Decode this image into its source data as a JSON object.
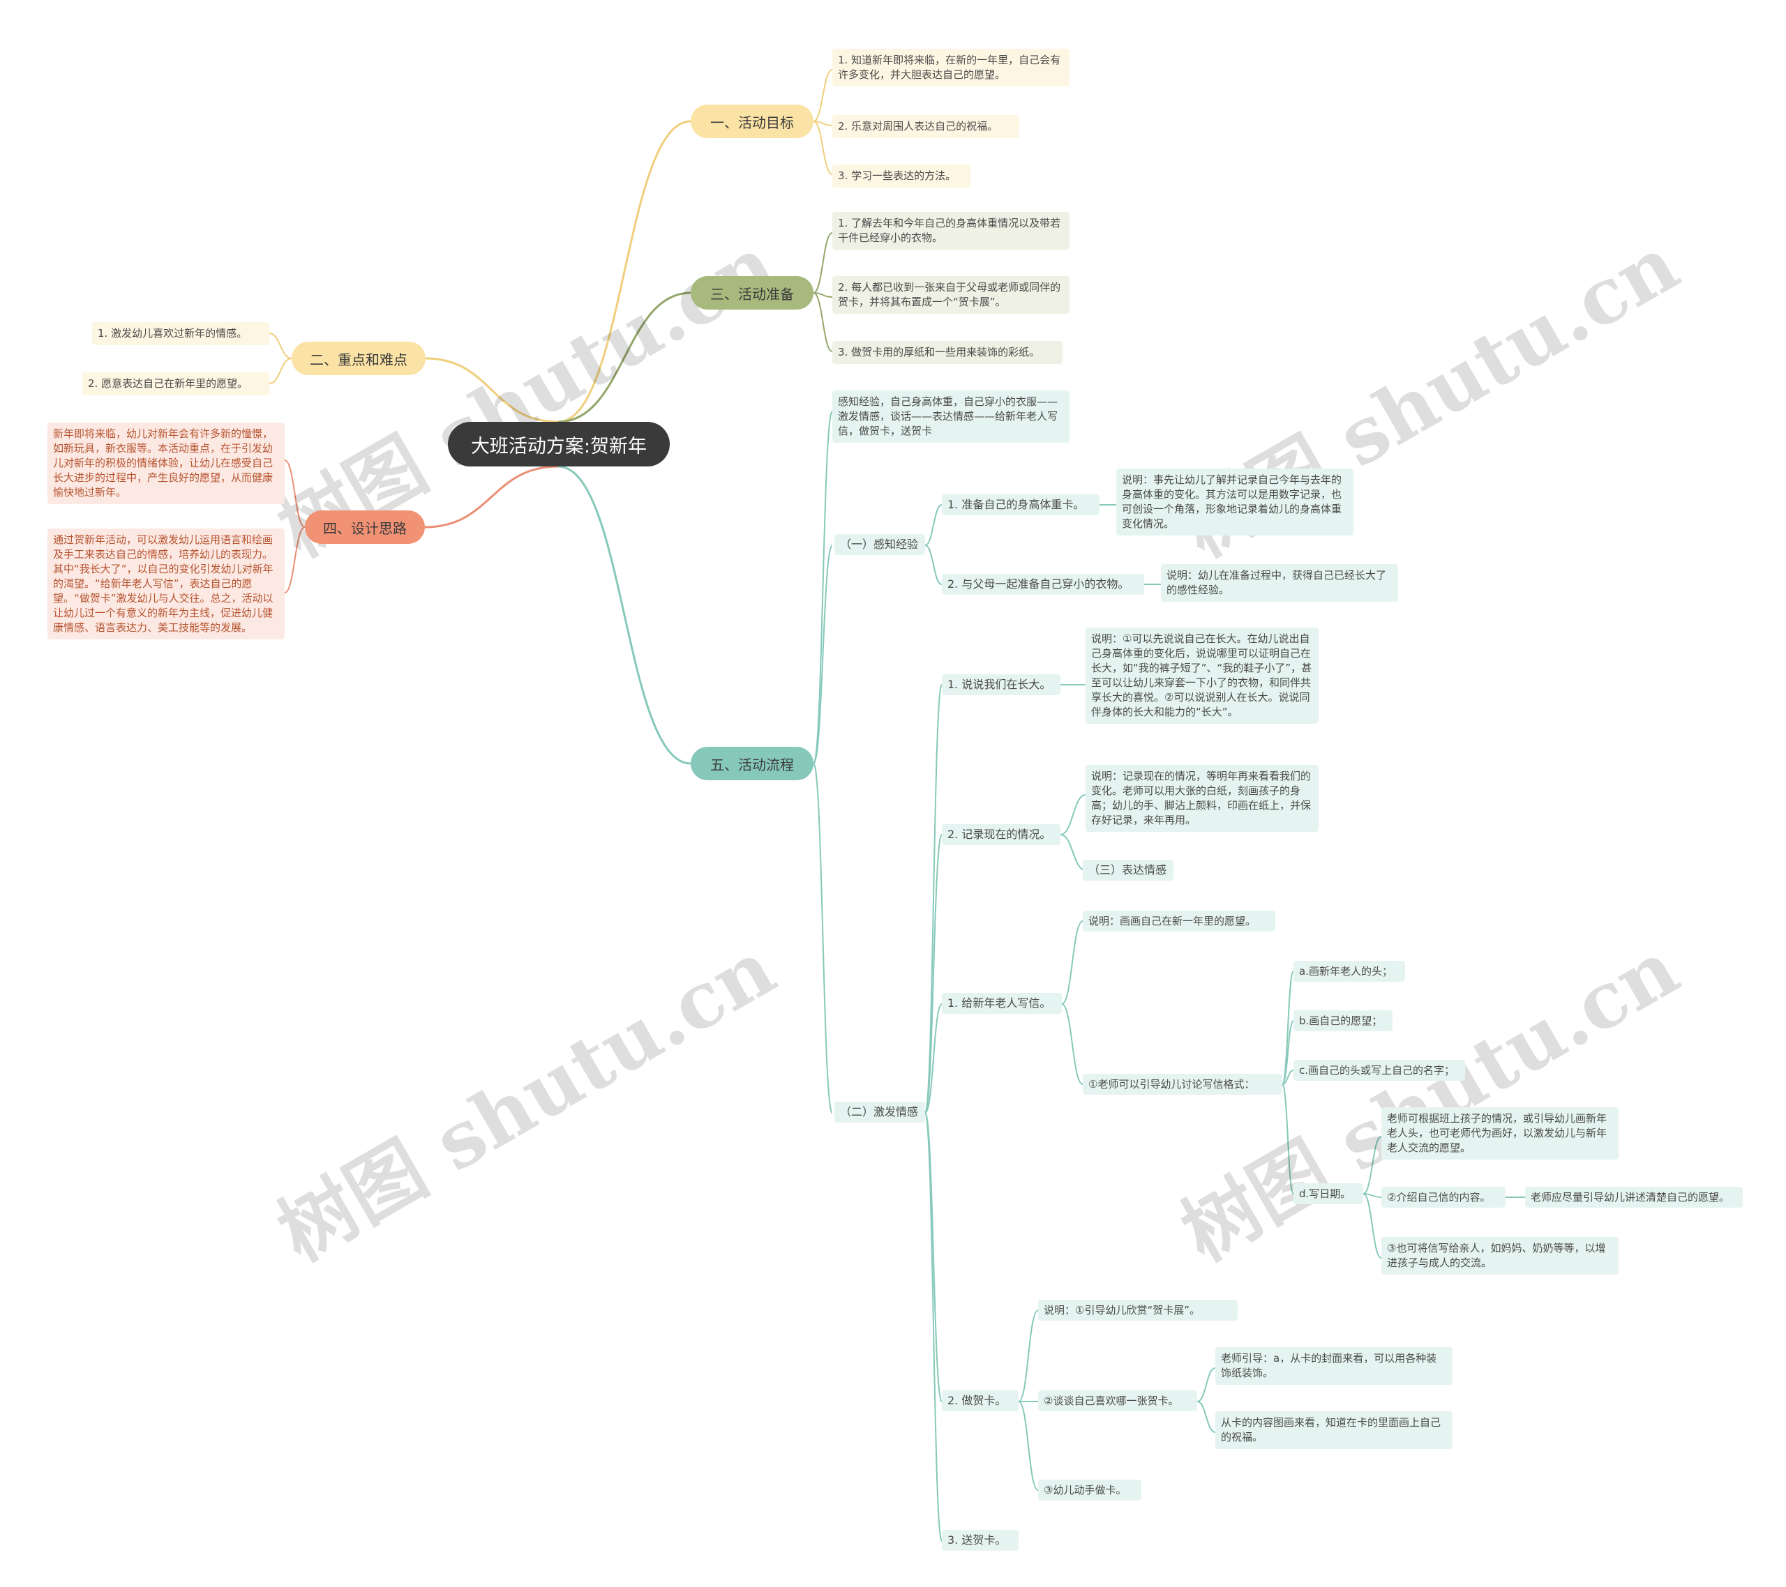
{
  "root": "大班活动方案:贺新年",
  "branch1": {
    "title": "一、活动目标",
    "items": [
      "1. 知道新年即将来临，在新的一年里，自己会有许多变化，并大胆表达自己的愿望。",
      "2. 乐意对周围人表达自己的祝福。",
      "3. 学习一些表达的方法。"
    ]
  },
  "branch2": {
    "title": "二、重点和难点",
    "items": [
      "1. 激发幼儿喜欢过新年的情感。",
      "2. 愿意表达自己在新年里的愿望。"
    ]
  },
  "branch3": {
    "title": "三、活动准备",
    "items": [
      "1. 了解去年和今年自己的身高体重情况以及带若干件已经穿小的衣物。",
      "2. 每人都已收到一张来自于父母或老师或同伴的贺卡，并将其布置成一个“贺卡展”。",
      "3. 做贺卡用的厚纸和一些用来装饰的彩纸。"
    ]
  },
  "branch4": {
    "title": "四、设计思路",
    "items": [
      "新年即将来临，幼儿对新年会有许多新的憧憬，如新玩具，新衣服等。本活动重点，在于引发幼儿对新年的积极的情绪体验，让幼儿在感受自己长大进步的过程中，产生良好的愿望，从而健康愉快地过新年。",
      "通过贺新年活动，可以激发幼儿运用语言和绘画及手工来表达自己的情感，培养幼儿的表现力。其中“我长大了”，以自己的变化引发幼儿对新年的渴望。“给新年老人写信”，表达自己的愿望。“做贺卡”激发幼儿与人交往。总之，活动以让幼儿过一个有意义的新年为主线，促进幼儿健康情感、语言表达力、美工技能等的发展。"
    ]
  },
  "branch5": {
    "title": "五、活动流程",
    "intro": "感知经验，自己身高体重，自己穿小的衣服——激发情感，谈话——表达情感——给新年老人写信，做贺卡，送贺卡",
    "part1": {
      "title": "（一）感知经验",
      "s1": "1. 准备自己的身高体重卡。",
      "s1_note": "说明：事先让幼儿了解并记录自己今年与去年的身高体重的变化。其方法可以是用数字记录，也可创设一个角落，形象地记录着幼儿的身高体重变化情况。",
      "s2": "2. 与父母一起准备自己穿小的衣物。",
      "s2_note": "说明：幼儿在准备过程中，获得自己已经长大了的感性经验。"
    },
    "part2": {
      "title": "（二）激发情感",
      "a1": "1. 说说我们在长大。",
      "a1_note": "说明：①可以先说说自己在长大。在幼儿说出自己身高体重的变化后，说说哪里可以证明自己在长大，如“我的裤子短了”、“我的鞋子小了”，甚至可以让幼儿来穿套一下小了的衣物，和同伴共享长大的喜悦。②可以说说别人在长大。说说同伴身体的长大和能力的“长大”。",
      "a2": "2. 记录现在的情况。",
      "a2_note": "说明：记录现在的情况，等明年再来看看我们的变化。老师可以用大张的白纸，刻画孩子的身高；幼儿的手、脚沾上颜料，印画在纸上，并保存好记录，来年再用。",
      "a2_sub": "（三）表达情感",
      "b1": "1. 给新年老人写信。",
      "b1_note": "说明：画画自己在新一年里的愿望。",
      "b1_guide": "①老师可以引导幼儿讨论写信格式：",
      "fmt_a": "a.画新年老人的头；",
      "fmt_b": "b.画自己的愿望；",
      "fmt_c": "c.画自己的头或写上自己的名字；",
      "fmt_d": "d.写日期。",
      "d1": "老师可根据班上孩子的情况，或引导幼儿画新年老人头，也可老师代为画好，以激发幼儿与新年老人交流的愿望。",
      "d2": "②介绍自己信的内容。",
      "d2_note": "老师应尽量引导幼儿讲述清楚自己的愿望。",
      "d3": "③也可将信写给亲人，如妈妈、奶奶等等，以增进孩子与成人的交流。",
      "b2": "2. 做贺卡。",
      "b2_note": "说明：①引导幼儿欣赏“贺卡展”。",
      "b2_talk": "②谈谈自己喜欢哪一张贺卡。",
      "t1": "老师引导：a，从卡的封面来看，可以用各种装饰纸装饰。",
      "t2": "从卡的内容图画来看，知道在卡的里面画上自己的祝福。",
      "b2_make": "③幼儿动手做卡。",
      "b3": "3. 送贺卡。"
    }
  },
  "watermark": "树图 shutu.cn",
  "colors": {
    "b1": "#fbe3a5",
    "b1_leaf": "#fdf6e3",
    "b1_line": "#f0cf7c",
    "b2": "#fbe3a5",
    "b2_leaf": "#fdf6e3",
    "b3": "#a8b97e",
    "b3_leaf": "#eef1e4",
    "b3_line": "#93a66a",
    "b4": "#f29275",
    "b4_leaf": "#fde9e3",
    "b4_line": "#ea8e74",
    "b5": "#86c9ba",
    "b5_leaf": "#e5f4f0",
    "b5_line": "#86c9ba"
  }
}
